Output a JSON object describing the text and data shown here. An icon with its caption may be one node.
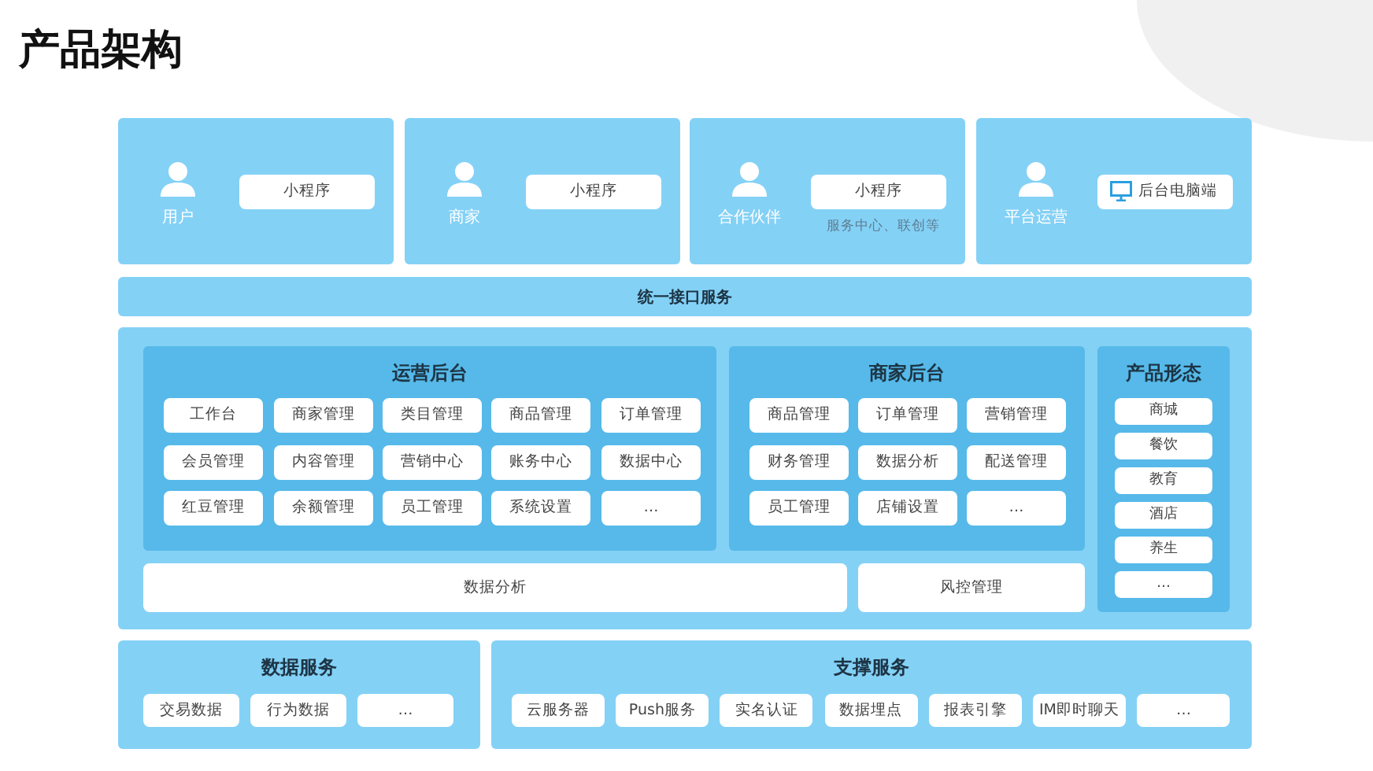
{
  "diagram": {
    "title": "产品架构",
    "nodes": [
      {
        "text": [
          "用户"
        ]
      },
      {
        "text": [
          "小程序"
        ],
        "in": 0
      },
      {
        "text": [
          "商家"
        ]
      },
      {
        "text": [
          "小程序"
        ],
        "in": 2
      },
      {
        "text": [
          "合作伙伴"
        ]
      },
      {
        "text": [
          "小程序"
        ],
        "in": 4,
        "beside": [
          "服务中心、联创等"
        ]
      },
      {
        "text": [
          "平台运营"
        ]
      },
      {
        "text": [
          "后台电脑端"
        ],
        "in": 6
      },
      {
        "text": [
          "统一接口服务"
        ]
      },
      {
        "text": [],
        "shape": "box"
      },
      {
        "text": [
          "运营后台"
        ],
        "in": 9
      },
      {
        "text": [
          "工作台"
        ],
        "in": 10
      },
      {
        "text": [
          "商家管理"
        ],
        "in": 10
      },
      {
        "text": [
          "类目管理"
        ],
        "in": 10
      },
      {
        "text": [
          "商品管理"
        ],
        "in": 10
      },
      {
        "text": [
          "订单管理"
        ],
        "in": 10
      },
      {
        "text": [
          "会员管理"
        ],
        "in": 10
      },
      {
        "text": [
          "内容管理"
        ],
        "in": 10
      },
      {
        "text": [
          "营销中心"
        ],
        "in": 10
      },
      {
        "text": [
          "账务中心"
        ],
        "in": 10
      },
      {
        "text": [
          "数据中心"
        ],
        "in": 10
      },
      {
        "text": [
          "红豆管理"
        ],
        "in": 10
      },
      {
        "text": [
          "余额管理"
        ],
        "in": 10
      },
      {
        "text": [
          "员工管理"
        ],
        "in": 10
      },
      {
        "text": [
          "系统设置"
        ],
        "in": 10
      },
      {
        "text": [
          "…"
        ],
        "in": 10
      },
      {
        "text": [
          "商家后台"
        ],
        "in": 9
      },
      {
        "text": [
          "商品管理"
        ],
        "in": 26
      },
      {
        "text": [
          "订单管理"
        ],
        "in": 26
      },
      {
        "text": [
          "营销管理"
        ],
        "in": 26
      },
      {
        "text": [
          "财务管理"
        ],
        "in": 26
      },
      {
        "text": [
          "数据分析"
        ],
        "in": 26
      },
      {
        "text": [
          "配送管理"
        ],
        "in": 26
      },
      {
        "text": [
          "员工管理"
        ],
        "in": 26
      },
      {
        "text": [
          "店铺设置"
        ],
        "in": 26
      },
      {
        "text": [
          "…"
        ],
        "in": 26
      },
      {
        "text": [
          "数据分析"
        ],
        "in": 9
      },
      {
        "text": [
          "风控管理"
        ],
        "in": 9
      },
      {
        "text": [
          "产品形态"
        ],
        "in": 9
      },
      {
        "text": [
          "商城"
        ],
        "in": 38
      },
      {
        "text": [
          "餐饮"
        ],
        "in": 38
      },
      {
        "text": [
          "教育"
        ],
        "in": 38
      },
      {
        "text": [
          "酒店"
        ],
        "in": 38
      },
      {
        "text": [
          "养生"
        ],
        "in": 38
      },
      {
        "text": [
          "…"
        ],
        "in": 38
      },
      {
        "text": [
          "数据服务"
        ]
      },
      {
        "text": [
          "交易数据"
        ],
        "in": 45
      },
      {
        "text": [
          "行为数据"
        ],
        "in": 45
      },
      {
        "text": [
          "…"
        ],
        "in": 45
      },
      {
        "text": [
          "支撑服务"
        ]
      },
      {
        "text": [
          "云服务器"
        ],
        "in": 49
      },
      {
        "text": [
          "Push服务"
        ],
        "in": 49
      },
      {
        "text": [
          "实名认证"
        ],
        "in": 49
      },
      {
        "text": [
          "数据埋点"
        ],
        "in": 49
      },
      {
        "text": [
          "报表引擎"
        ],
        "in": 49
      },
      {
        "text": [
          "IM即时聊天"
        ],
        "in": 49
      },
      {
        "text": [
          "…"
        ],
        "in": 49
      }
    ]
  }
}
